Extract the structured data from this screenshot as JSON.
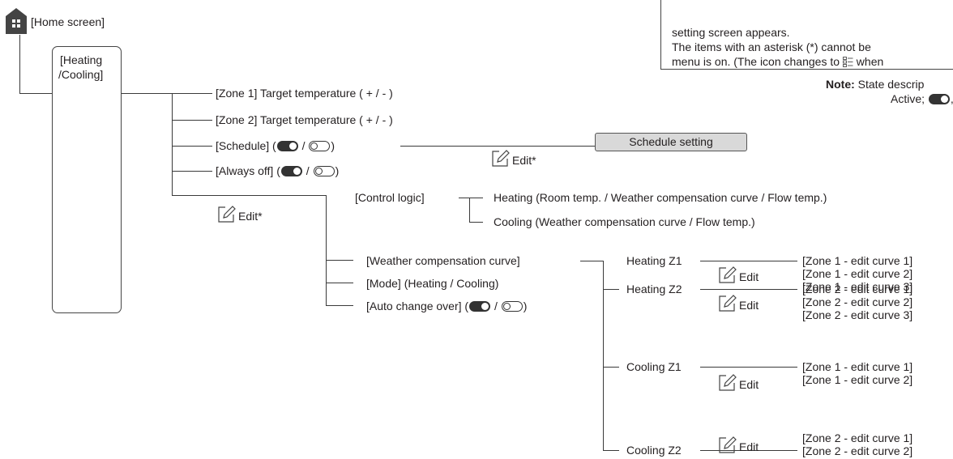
{
  "home": {
    "label": "[Home screen]",
    "icon": "home-icon"
  },
  "heating_cooling_box": {
    "line1": "[Heating",
    "line2": "/Cooling]"
  },
  "menu": {
    "zone1_target": "[Zone 1] Target temperature ( + / - )",
    "zone2_target": "[Zone 2] Target temperature ( + / - )",
    "schedule_prefix": "[Schedule] (",
    "schedule_mid": " / ",
    "schedule_suffix": ")",
    "always_off_prefix": "[Always off] (",
    "always_off_mid": " / ",
    "always_off_suffix": ")",
    "schedule_setting": "Schedule setting",
    "edit_star": "Edit*",
    "edit": "Edit"
  },
  "edit_branch": {
    "control_logic": "[Control logic]",
    "control_heating": "Heating (Room temp. / Weather compensation curve / Flow temp.)",
    "control_cooling": "Cooling (Weather compensation curve / Flow temp.)",
    "weather_curve": "[Weather compensation curve]",
    "mode": "[Mode] (Heating / Cooling)",
    "auto_change_prefix": "[Auto change over] (",
    "auto_change_mid": " / ",
    "auto_change_suffix": ")"
  },
  "curves": {
    "heating_z1": "Heating Z1",
    "heating_z2": "Heating Z2",
    "cooling_z1": "Cooling Z1",
    "cooling_z2": "Cooling Z2",
    "hz1": [
      "[Zone 1 - edit curve 1]",
      "[Zone 1 - edit curve 2]",
      "[Zone 1 - edit curve 3]"
    ],
    "hz2": [
      "[Zone 2 - edit curve 1]",
      "[Zone 2 - edit curve 2]",
      "[Zone 2 - edit curve 3]"
    ],
    "cz1": [
      "[Zone 1 - edit curve 1]",
      "[Zone 1 - edit curve 2]"
    ],
    "cz2": [
      "[Zone 2 - edit curve 1]",
      "[Zone 2 - edit curve 2]"
    ]
  },
  "info_box": {
    "line1": "setting screen appears.",
    "line2": "The items with an asterisk (*) cannot be",
    "line3_a": "menu is on. (The icon changes to ",
    "line3_b": " when"
  },
  "note": {
    "label": "Note:",
    "text": " State descrip",
    "line2": "Active; ",
    "line2_b": ","
  }
}
